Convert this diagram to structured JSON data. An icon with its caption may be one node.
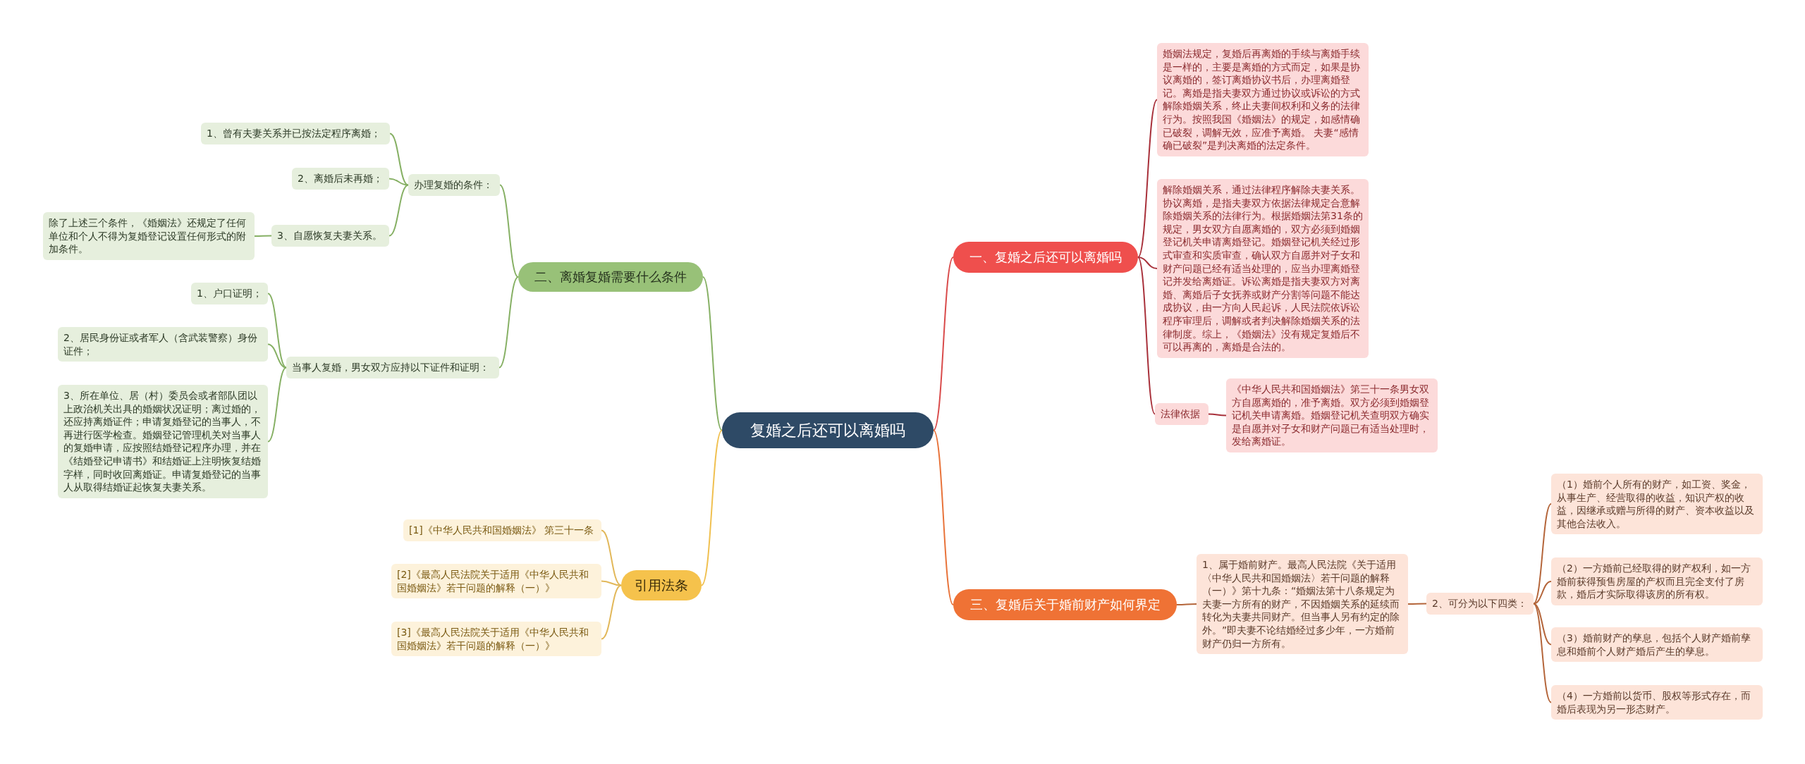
{
  "diagram": {
    "nodes": [
      {
        "text": [
          "复婚之后还可以离婚吗"
        ]
      },
      {
        "text": [
          "一、复婚之后还可以离婚吗"
        ]
      },
      {
        "text": [
          "婚姻法规定，复婚后再离婚的手续与离婚手续是一样的，主要是离婚的方式而定，如果是协议离婚的，签订离婚协议书后，办理离婚登记。离婚是指夫妻双方通过协议或诉讼的方式解除婚姻关系，终止夫妻间权利和义务的法律行为。按照我国《婚姻法》的规定，如感情确已破裂，调解无效，应准予离婚。 夫妻“感情确已破裂”是判决离婚的法定条件。"
        ]
      },
      {
        "text": [
          "解除婚姻关系，通过法律程序解除夫妻关系。协议离婚，是指夫妻双方依据法律规定合意解除婚姻关系的法律行为。根据婚姻法第31条的规定，男女双方自愿离婚的，双方必须到婚姻登记机关申请离婚登记。婚姻登记机关经过形式审查和实质审查，确认双方自愿并对子女和财产问题已经有适当处理的，应当办理离婚登记并发给离婚证。诉讼离婚是指夫妻双方对离婚、离婚后子女抚养或财产分割等问题不能达成协议，由一方向人民起诉，人民法院依诉讼程序审理后，调解或者判决解除婚姻关系的法律制度。综上，《婚姻法》没有规定复婚后不可以再离的，离婚是合法的。"
        ]
      },
      {
        "text": [
          "法律依据"
        ]
      },
      {
        "text": [
          "《中华人民共和国婚姻法》第三十一条男女双方自愿离婚的，准予离婚。双方必须到婚姻登记机关申请离婚。婚姻登记机关查明双方确实是自愿并对子女和财产问题已有适当处理时，发给离婚证。"
        ]
      },
      {
        "text": [
          "三、复婚后关于婚前财产如何界定"
        ]
      },
      {
        "text": [
          "1、属于婚前财产。最高人民法院《关于适用〈中华人民共和国婚姻法〉若干问题的解释（一）》第十九条：“婚姻法第十八条规定为夫妻一方所有的财产，不因婚姻关系的延续而转化为夫妻共同财产。但当事人另有约定的除外。”即夫妻不论结婚经过多少年，一方婚前财产仍归一方所有。"
        ]
      },
      {
        "text": [
          "2、可分为以下四类："
        ]
      },
      {
        "text": [
          "（1）婚前个人所有的财产，如工资、奖金，从事生产、经营取得的收益，知识产权的收益，因继承或赠与所得的财产、资本收益以及其他合法收入。"
        ]
      },
      {
        "text": [
          "（2）一方婚前已经取得的财产权利，如一方婚前获得预售房屋的产权而且完全支付了房款，婚后才实际取得该房的所有权。"
        ]
      },
      {
        "text": [
          "（3）婚前财产的孳息，包括个人财产婚前孳息和婚前个人财产婚后产生的孳息。"
        ]
      },
      {
        "text": [
          "（4）一方婚前以货币、股权等形式存在，而婚后表现为另一形态财产。"
        ]
      },
      {
        "text": [
          "二、离婚复婚需要什么条件"
        ]
      },
      {
        "text": [
          "办理复婚的条件："
        ]
      },
      {
        "text": [
          "1、曾有夫妻关系并已按法定程序离婚；"
        ]
      },
      {
        "text": [
          "2、离婚后未再婚；"
        ]
      },
      {
        "text": [
          "3、自愿恢复夫妻关系。"
        ]
      },
      {
        "text": [
          "除了上述三个条件，《婚姻法》还规定了任何单位和个人不得为复婚登记设置任何形式的附加条件。"
        ]
      },
      {
        "text": [
          "当事人复婚，男女双方应持以下证件和证明："
        ]
      },
      {
        "text": [
          "1、户口证明；"
        ]
      },
      {
        "text": [
          "2、居民身份证或者军人（含武装警察）身份证件；"
        ]
      },
      {
        "text": [
          "3、所在单位、居（村）委员会或者部队团以上政治机关出具的婚姻状况证明；离过婚的，还应持离婚证件；申请复婚登记的当事人，不再进行医学检查。婚姻登记管理机关对当事人的复婚申请，应按照结婚登记程序办理，并在《结婚登记申请书》和结婚证上注明恢复结婚字样，同时收回离婚证。申请复婚登记的当事人从取得结婚证起恢复夫妻关系。"
        ]
      },
      {
        "text": [
          "引用法条"
        ]
      },
      {
        "text": [
          "[1]《中华人民共和国婚姻法》 第三十一条"
        ]
      },
      {
        "text": [
          "[2]《最高人民法院关于适用《中华人民共和国婚姻法》若干问题的解释（一）》"
        ]
      },
      {
        "text": [
          "[3]《最高人民法院关于适用《中华人民共和国婚姻法》若干问题的解释（一）》"
        ]
      }
    ],
    "edges": [
      {
        "from": 0,
        "to": 1,
        "arrow": "none",
        "color": "#d94b4b"
      },
      {
        "from": 1,
        "to": 2,
        "arrow": "none",
        "color": "#a8303a"
      },
      {
        "from": 1,
        "to": 3,
        "arrow": "none",
        "color": "#a8303a"
      },
      {
        "from": 1,
        "to": 4,
        "arrow": "none",
        "color": "#a8303a"
      },
      {
        "from": 4,
        "to": 5,
        "arrow": "none",
        "color": "#a8303a"
      },
      {
        "from": 0,
        "to": 6,
        "arrow": "none",
        "color": "#e8733a"
      },
      {
        "from": 6,
        "to": 7,
        "arrow": "none",
        "color": "#b4653a"
      },
      {
        "from": 7,
        "to": 8,
        "arrow": "none",
        "color": "#b4653a"
      },
      {
        "from": 8,
        "to": 9,
        "arrow": "none",
        "color": "#b4653a"
      },
      {
        "from": 8,
        "to": 10,
        "arrow": "none",
        "color": "#b4653a"
      },
      {
        "from": 8,
        "to": 11,
        "arrow": "none",
        "color": "#b4653a"
      },
      {
        "from": 8,
        "to": 12,
        "arrow": "none",
        "color": "#b4653a"
      },
      {
        "from": 0,
        "to": 13,
        "arrow": "none"
      },
      {
        "from": 13,
        "to": 14,
        "arrow": "none"
      },
      {
        "from": 14,
        "to": 15,
        "arrow": "none"
      },
      {
        "from": 14,
        "to": 16,
        "arrow": "none"
      },
      {
        "from": 14,
        "to": 17,
        "arrow": "none"
      },
      {
        "from": 17,
        "to": 18,
        "arrow": "none"
      },
      {
        "from": 13,
        "to": 19,
        "arrow": "none"
      },
      {
        "from": 19,
        "to": 20,
        "arrow": "none"
      },
      {
        "from": 19,
        "to": 21,
        "arrow": "none"
      },
      {
        "from": 19,
        "to": 22,
        "arrow": "none"
      },
      {
        "from": 0,
        "to": 23,
        "arrow": "none",
        "color": "#f0c050"
      },
      {
        "from": 23,
        "to": 24,
        "arrow": "none",
        "color": "#e2b85a"
      },
      {
        "from": 23,
        "to": 25,
        "arrow": "none",
        "color": "#e2b85a"
      },
      {
        "from": 23,
        "to": 26,
        "arrow": "none",
        "color": "#e2b85a"
      }
    ]
  }
}
